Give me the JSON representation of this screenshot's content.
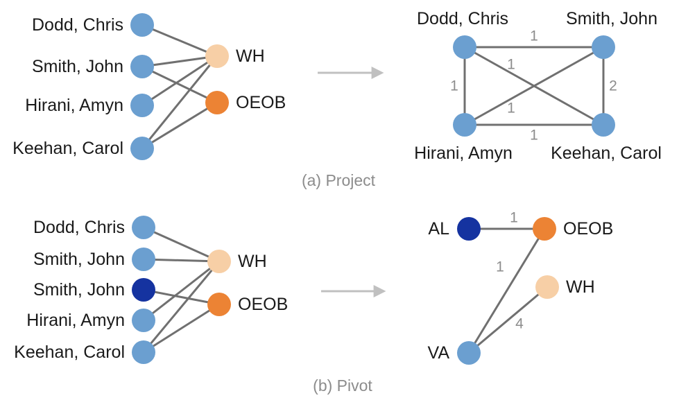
{
  "colors": {
    "node_blue": "#6b9fd0",
    "node_dark_blue": "#1533a0",
    "node_peach": "#f7cfa6",
    "node_orange": "#ec8334",
    "edge": "#707070",
    "arrow": "#c0c0c0"
  },
  "project": {
    "caption": "(a) Project",
    "left": {
      "people": [
        "Dodd, Chris",
        "Smith, John",
        "Hirani, Amyn",
        "Keehan, Carol"
      ],
      "places": [
        "WH",
        "OEOB"
      ],
      "edges": [
        [
          0,
          0
        ],
        [
          1,
          0
        ],
        [
          1,
          1
        ],
        [
          2,
          0
        ],
        [
          3,
          0
        ],
        [
          3,
          1
        ]
      ]
    },
    "right": {
      "nodes": [
        "Dodd, Chris",
        "Smith, John",
        "Hirani, Amyn",
        "Keehan, Carol"
      ],
      "edges": [
        {
          "from": 0,
          "to": 1,
          "weight": "1"
        },
        {
          "from": 0,
          "to": 2,
          "weight": "1"
        },
        {
          "from": 0,
          "to": 3,
          "weight": "1"
        },
        {
          "from": 1,
          "to": 2,
          "weight": "1"
        },
        {
          "from": 1,
          "to": 3,
          "weight": "2"
        },
        {
          "from": 2,
          "to": 3,
          "weight": "1"
        }
      ]
    }
  },
  "pivot": {
    "caption": "(b) Pivot",
    "left": {
      "people": [
        "Dodd, Chris",
        "Smith, John",
        "Smith, John",
        "Hirani, Amyn",
        "Keehan, Carol"
      ],
      "places": [
        "WH",
        "OEOB"
      ],
      "edges": [
        [
          0,
          0
        ],
        [
          1,
          0
        ],
        [
          2,
          1
        ],
        [
          3,
          0
        ],
        [
          4,
          0
        ],
        [
          4,
          1
        ]
      ]
    },
    "right": {
      "nodes": [
        "AL",
        "OEOB",
        "WH",
        "VA"
      ],
      "edges": [
        {
          "from": 0,
          "to": 1,
          "weight": "1"
        },
        {
          "from": 3,
          "to": 1,
          "weight": "1"
        },
        {
          "from": 3,
          "to": 2,
          "weight": "4"
        }
      ]
    }
  }
}
